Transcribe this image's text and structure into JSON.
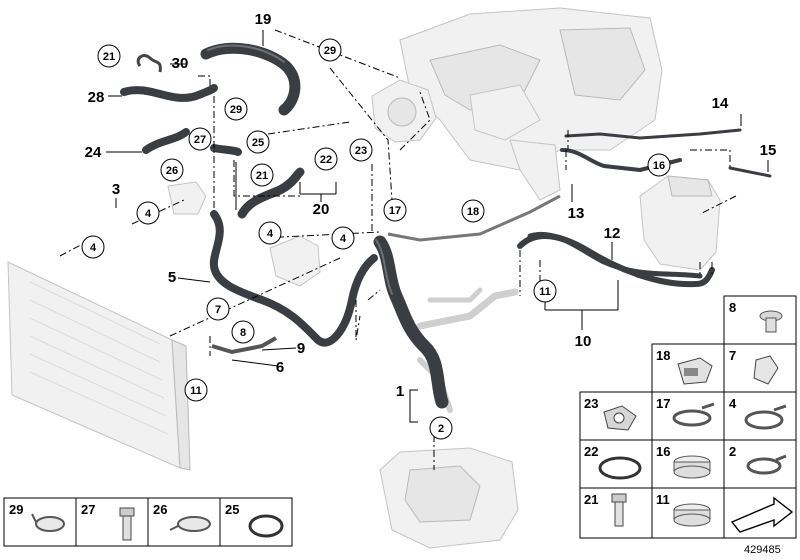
{
  "diagram": {
    "doc_number": "429485",
    "plain_labels": [
      "19",
      "30",
      "28",
      "24",
      "3",
      "5",
      "9",
      "6",
      "1",
      "14",
      "15",
      "13",
      "12",
      "10",
      "20"
    ],
    "circled_labels": [
      "21",
      "29",
      "29",
      "27",
      "25",
      "26",
      "21",
      "22",
      "23",
      "4",
      "4",
      "4",
      "4",
      "17",
      "18",
      "16",
      "11",
      "11",
      "7",
      "8",
      "2"
    ],
    "legend_items": [
      "8",
      "18",
      "7",
      "23",
      "17",
      "4",
      "22",
      "16",
      "2",
      "21",
      "11",
      "29",
      "27",
      "26",
      "25"
    ]
  }
}
